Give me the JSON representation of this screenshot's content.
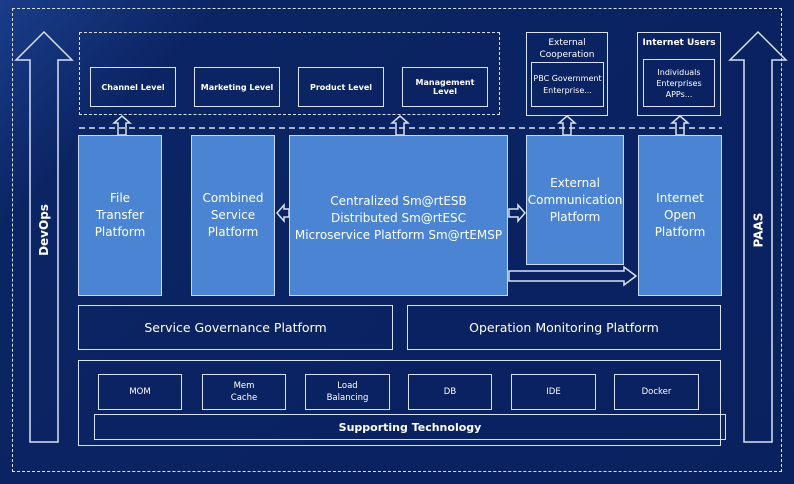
{
  "side": {
    "left_label": "DevOps",
    "right_label": "PAAS"
  },
  "levels": [
    "Channel Level",
    "Marketing Level",
    "Product Level",
    "Management Level"
  ],
  "external_cooperation": {
    "title": "External Cooperation",
    "content": [
      "PBC Government",
      "Enterprise..."
    ]
  },
  "internet_users": {
    "title": "Internet Users",
    "content": [
      "Individuals",
      "Enterprises",
      "APPs..."
    ]
  },
  "platforms": {
    "file_transfer": "File Transfer Platform",
    "combined_service": "Combined Service Platform",
    "central": [
      "Centralized Sm@rtESB",
      "Distributed Sm@rtESC",
      "Microservice Platform Sm@rtEMSP"
    ],
    "external_communication": "External Communication Platform",
    "internet_open": "Internet Open Platform"
  },
  "service_governance": "Service Governance Platform",
  "operation_monitoring": "Operation Monitoring Platform",
  "technologies": [
    "MOM",
    "Mem Cache",
    "Load Balancing",
    "DB",
    "IDE",
    "Docker"
  ],
  "supporting_technology": "Supporting Technology",
  "colors": {
    "background": "#0b2463",
    "box_fill": "#4a84d2",
    "stroke": "#d8e2f4"
  }
}
